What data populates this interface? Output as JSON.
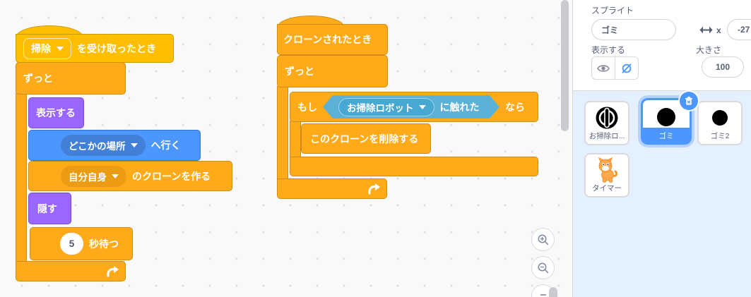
{
  "colors": {
    "events_block": "#FFBF00",
    "control_block": "#FFAB19",
    "looks_block": "#9966FF",
    "motion_block": "#4C97FF",
    "sensing_block": "#5CB1D6",
    "selection_accent": "#4C97FF",
    "sprite_list_bg": "#E5F0FF"
  },
  "workspace": {
    "stack1": {
      "receive_hat": {
        "dropdown": "掃除",
        "label": "を受け取ったとき"
      },
      "forever_label": "ずっと",
      "show_label": "表示する",
      "goto": {
        "dropdown": "どこかの場所",
        "label": "へ行く"
      },
      "create_clone": {
        "dropdown": "自分自身",
        "label": "のクローンを作る"
      },
      "hide_label": "隠す",
      "wait": {
        "value": "5",
        "label": "秒待つ"
      }
    },
    "stack2": {
      "clone_hat_label": "クローンされたとき",
      "forever_label": "ずっと",
      "if_label": "もし",
      "touching": {
        "dropdown": "お掃除ロボット",
        "label": "に触れた"
      },
      "then_label": "なら",
      "delete_clone_label": "このクローンを削除する"
    }
  },
  "sprite_panel": {
    "title": "スプライト",
    "name_value": "ゴミ",
    "x_label": "x",
    "x_value": "-27",
    "show_label": "表示する",
    "size_label": "大きさ",
    "size_value": "100",
    "sprites": [
      {
        "name": "お掃除ロ...",
        "selected": false,
        "icon": "robot-vacuum-icon"
      },
      {
        "name": "ゴミ",
        "selected": true,
        "icon": "black-circle-icon"
      },
      {
        "name": "ゴミ2",
        "selected": false,
        "icon": "black-circle-icon"
      },
      {
        "name": "タイマー",
        "selected": false,
        "icon": "scratch-cat-icon"
      }
    ]
  }
}
